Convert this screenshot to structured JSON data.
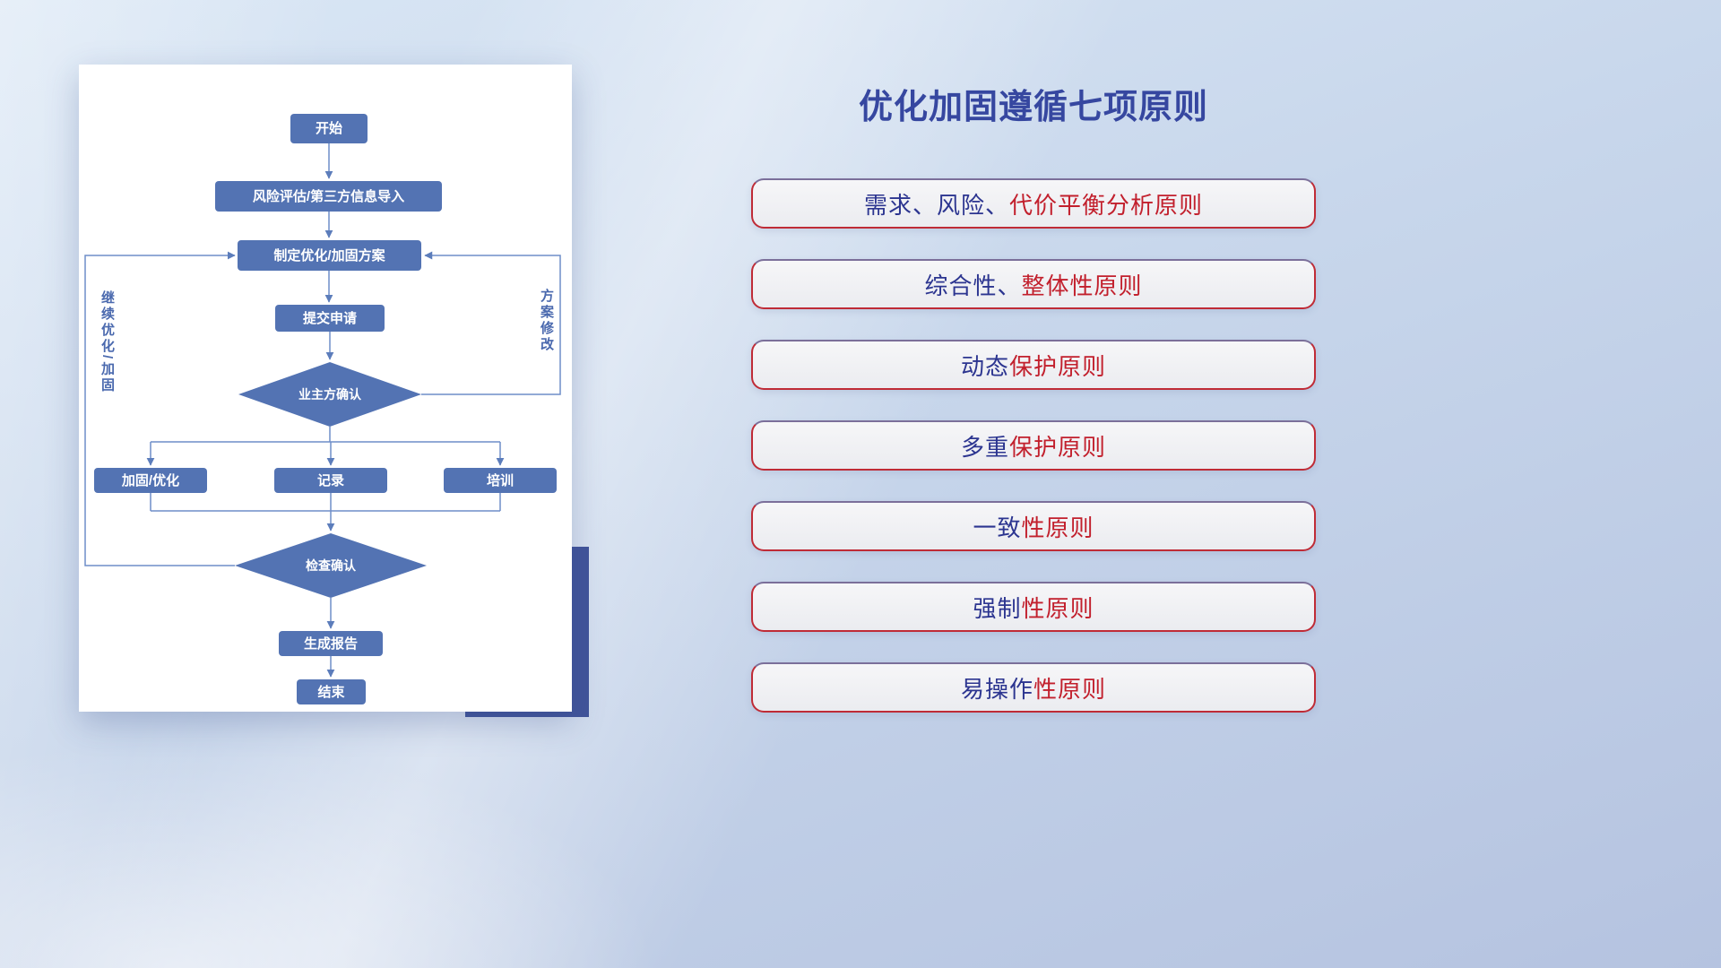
{
  "title": "优化加固遵循七项原则",
  "flowchart": {
    "nodes": {
      "start": "开始",
      "risk_import": "风险评估/第三方信息导入",
      "make_plan": "制定优化/加固方案",
      "submit": "提交申请",
      "owner_confirm": "业主方确认",
      "reinforce": "加固/优化",
      "record": "记录",
      "training": "培训",
      "check_confirm": "检查确认",
      "report": "生成报告",
      "end": "结束"
    },
    "loop_labels": {
      "continue_left": "继续优化/加固",
      "modify_right": "方案修改"
    }
  },
  "principles": [
    {
      "prefix": "需求、风险、",
      "suffix": "代价平衡分析原则"
    },
    {
      "prefix": "综合性、",
      "suffix": "整体性原则"
    },
    {
      "prefix": "动态",
      "suffix": "保护原则"
    },
    {
      "prefix": "多重",
      "suffix": "保护原则"
    },
    {
      "prefix": "一致",
      "suffix": "性原则"
    },
    {
      "prefix": "强制",
      "suffix": "性原则"
    },
    {
      "prefix": "易操作",
      "suffix": "性原则"
    }
  ],
  "colors": {
    "title_blue": "#3647a0",
    "node_blue": "#5373b3",
    "line_blue": "#6e8ec9",
    "principle_navy": "#2c3590",
    "principle_red": "#c2202d",
    "card_border_red": "#bf2b36",
    "shadow_block_navy": "#41549a"
  }
}
